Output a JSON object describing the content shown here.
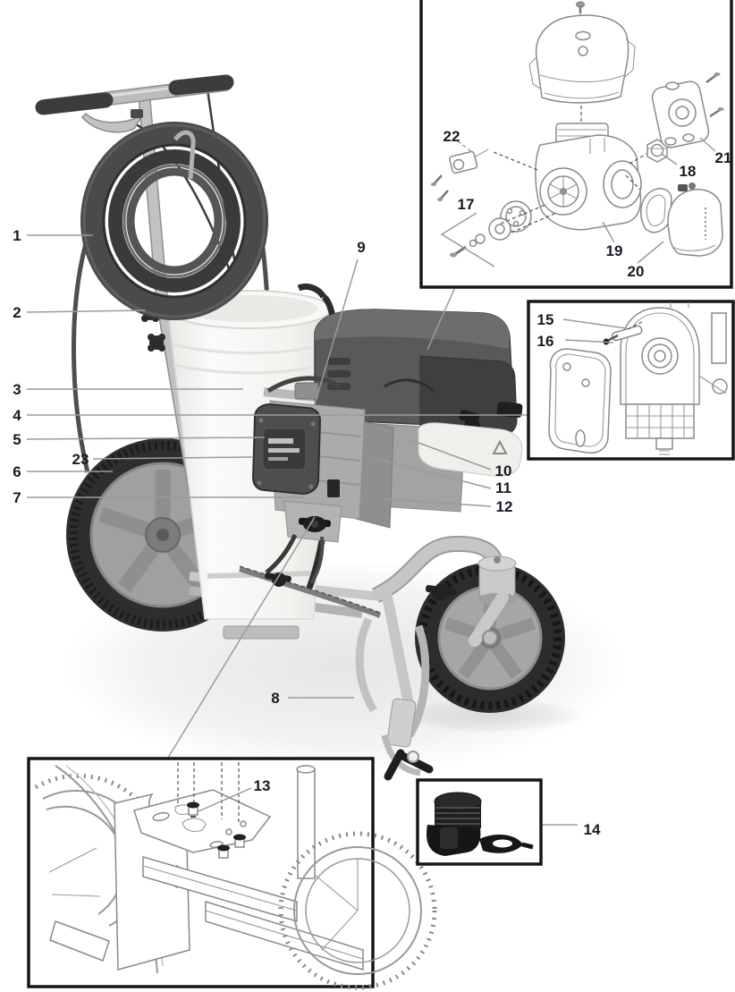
{
  "callouts": {
    "c1": "1",
    "c2": "2",
    "c3": "3",
    "c4": "4",
    "c5": "5",
    "c6": "6",
    "c7": "7",
    "c8": "8",
    "c9": "9",
    "c10": "10",
    "c11": "11",
    "c12": "12",
    "c13": "13",
    "c14": "14",
    "c15": "15",
    "c16": "16",
    "c17": "17",
    "c18": "18",
    "c19": "19",
    "c20": "20",
    "c21": "21",
    "c22": "22",
    "c23": "23"
  },
  "colors": {
    "callout_text": "#1a1a24",
    "leader_line": "#9b9b9b",
    "inset_border": "#161616",
    "background": "#ffffff",
    "tire": "#2c2c2c",
    "engine_cover": "#565656",
    "hose_coil": "#4a4a4a"
  }
}
